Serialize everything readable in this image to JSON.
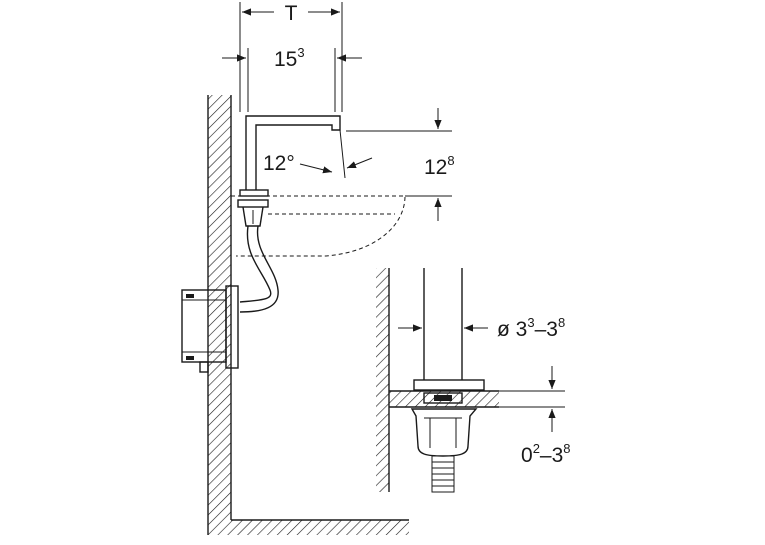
{
  "labels": {
    "depth": "T",
    "spout_base": "15",
    "spout_base_sup": "3",
    "height_base": "12",
    "height_sup": "8",
    "angle": "12°",
    "diameter_prefix": "ø 3",
    "diameter_sup1": "3",
    "diameter_mid": "–3",
    "diameter_sup2": "8",
    "thickness_base": "0",
    "thickness_sup1": "2",
    "thickness_mid": "–3",
    "thickness_sup2": "8"
  },
  "colors": {
    "ink": "#1a1a1a",
    "background": "#ffffff",
    "hatch": "#1a1a1a"
  }
}
